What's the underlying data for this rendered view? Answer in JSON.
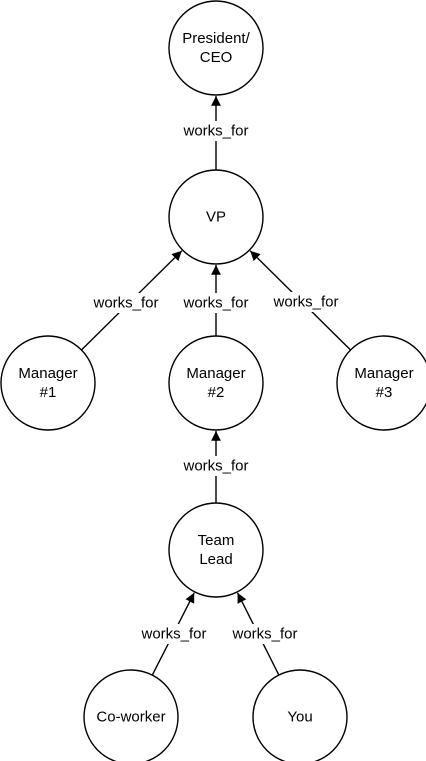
{
  "diagram": {
    "nodes": {
      "ceo": {
        "lines": [
          "President/",
          "CEO"
        ]
      },
      "vp": {
        "lines": [
          "VP"
        ]
      },
      "manager1": {
        "lines": [
          "Manager",
          "#1"
        ]
      },
      "manager2": {
        "lines": [
          "Manager",
          "#2"
        ]
      },
      "manager3": {
        "lines": [
          "Manager",
          "#3"
        ]
      },
      "team_lead": {
        "lines": [
          "Team",
          "Lead"
        ]
      },
      "coworker": {
        "lines": [
          "Co-worker"
        ]
      },
      "you": {
        "lines": [
          "You"
        ]
      }
    },
    "edges": [
      {
        "from": "vp",
        "to": "ceo",
        "label": "works_for"
      },
      {
        "from": "manager1",
        "to": "vp",
        "label": "works_for"
      },
      {
        "from": "manager2",
        "to": "vp",
        "label": "works_for"
      },
      {
        "from": "manager3",
        "to": "vp",
        "label": "works_for"
      },
      {
        "from": "team_lead",
        "to": "manager2",
        "label": "works_for"
      },
      {
        "from": "coworker",
        "to": "team_lead",
        "label": "works_for"
      },
      {
        "from": "you",
        "to": "team_lead",
        "label": "works_for"
      }
    ]
  }
}
